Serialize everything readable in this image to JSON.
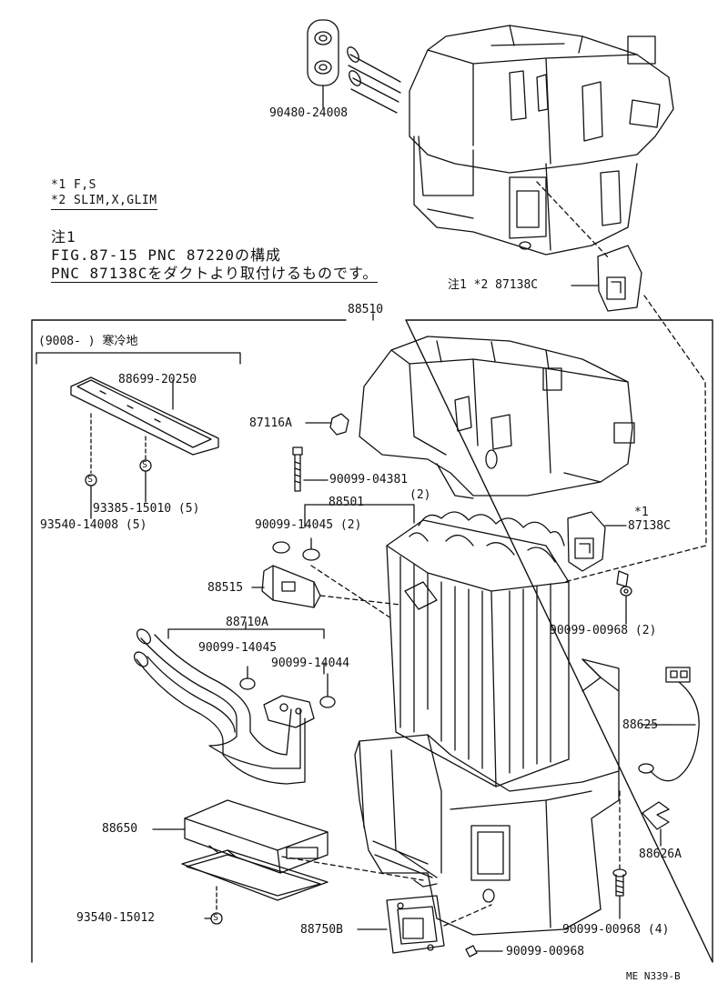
{
  "variant_notes": {
    "line1": "*1 F,S",
    "line2": "*2 SLIM,X,GLIM"
  },
  "japanese_note": {
    "heading": "注1",
    "line1": "FIG.87-15 PNC 87220の構成",
    "line2": "PNC 87138Cをダクトより取付けるものです。"
  },
  "kit_group": {
    "label": "(9008-      ) 寒冷地"
  },
  "parts": {
    "p90480_24008": "90480-24008",
    "p87138c_note": "注1 *2 87138C",
    "p88510": "88510",
    "p88699_20250": "88699-20250",
    "p87116a": "87116A",
    "p90099_04381": "90099-04381",
    "p90099_04381_qty": "(2)",
    "p88501": "88501",
    "p93385_15010": "93385-15010 (5)",
    "p93540_14008": "93540-14008 (5)",
    "p90099_14045_top": "90099-14045 (2)",
    "p87138c_v1": "*1",
    "p87138c": "87138C",
    "p88515": "88515",
    "p88710a": "88710A",
    "p90099_00968_2": "90099-00968 (2)",
    "p90099_14045": "90099-14045",
    "p90099_14044": "90099-14044",
    "p88625": "88625",
    "p88650": "88650",
    "p88626a": "88626A",
    "p93540_15012": "93540-15012",
    "p88750b": "88750B",
    "p90099_00968_4": "90099-00968 (4)",
    "p90099_00968": "90099-00968"
  },
  "diagram_code": "ME N339-B"
}
